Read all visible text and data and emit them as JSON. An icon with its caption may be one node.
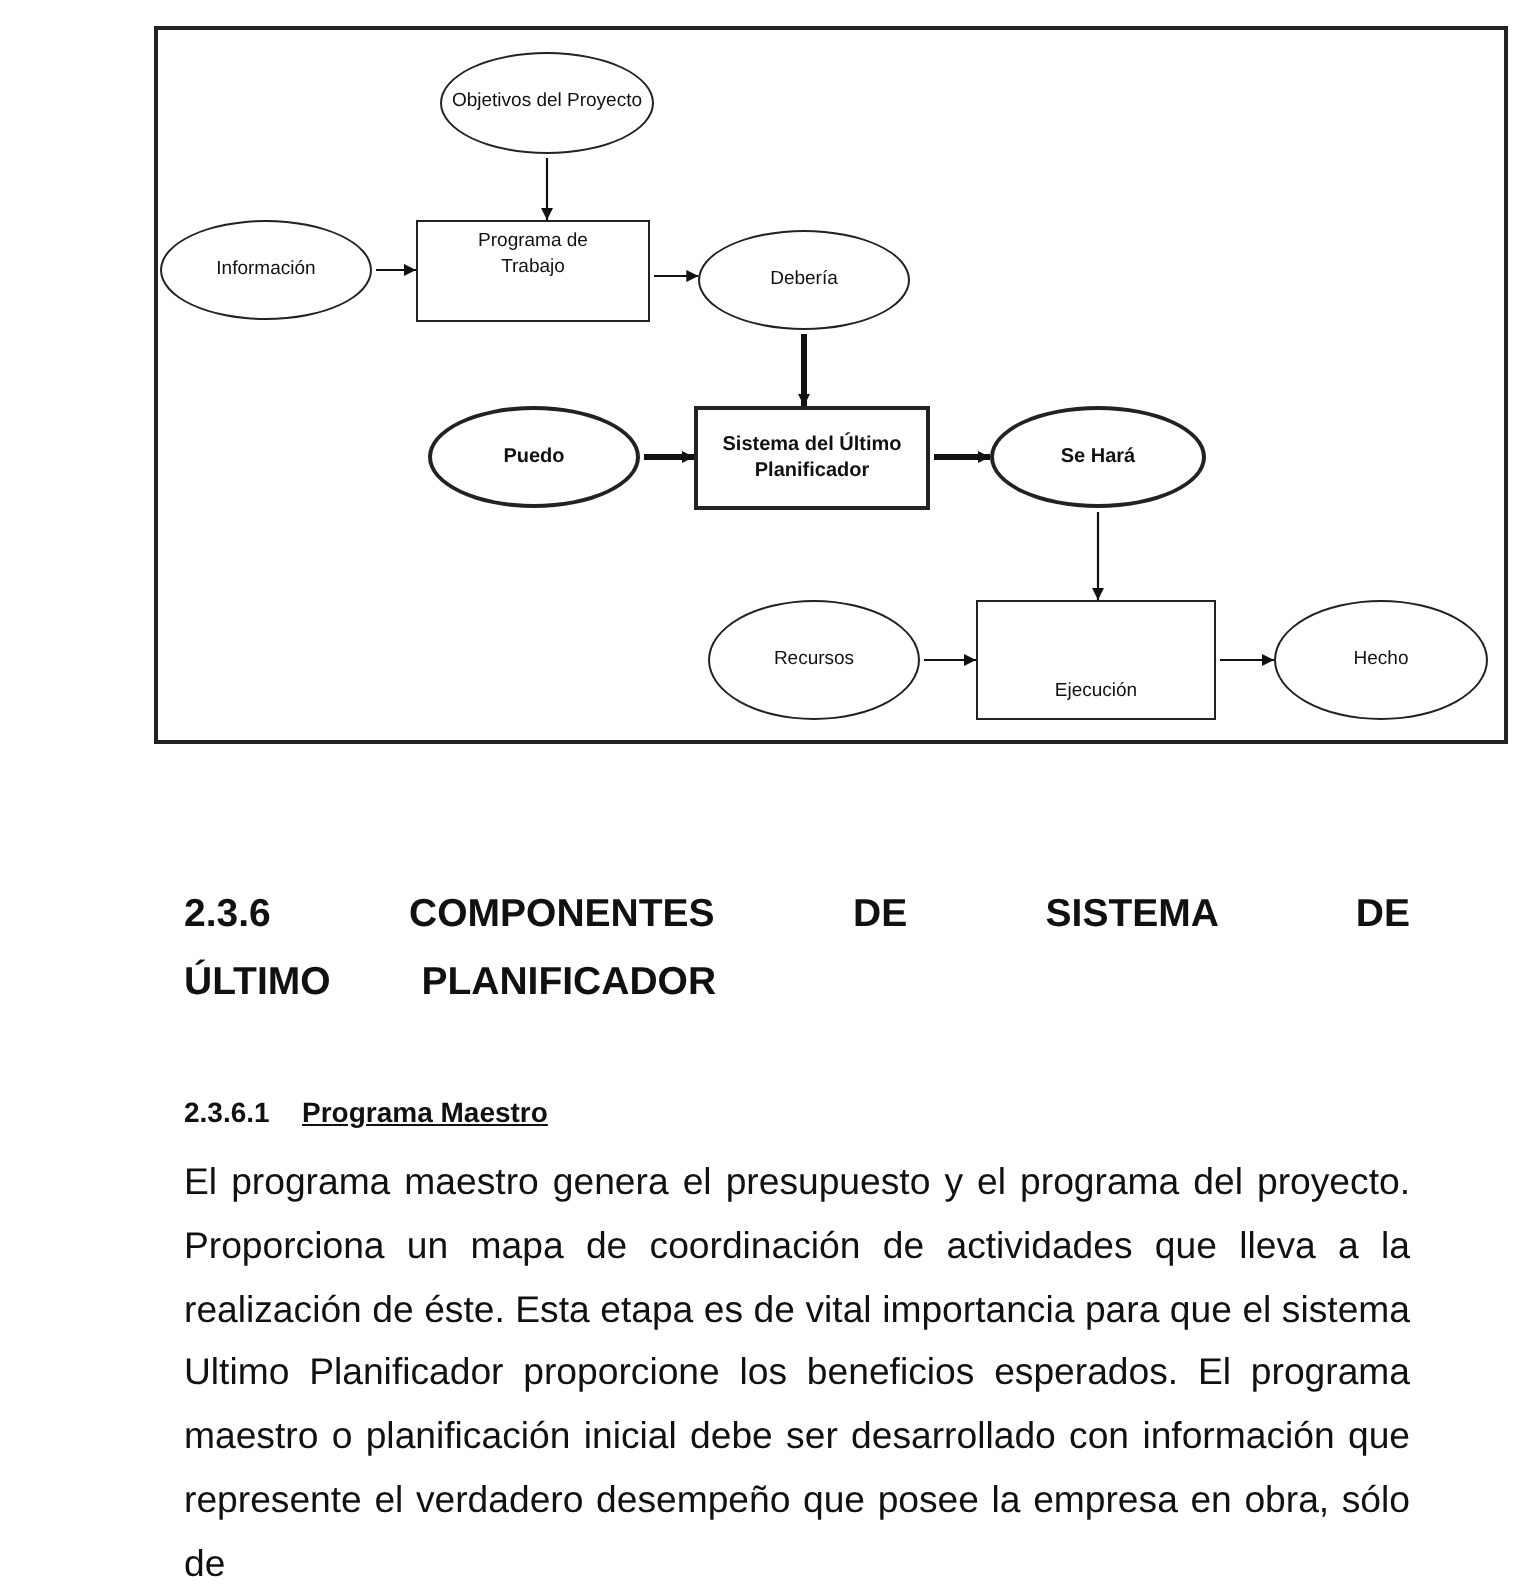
{
  "diagram": {
    "nodes": [
      {
        "text": [
          "Objetivos del Proyecto"
        ]
      },
      {
        "text": [
          "Información"
        ]
      },
      {
        "text": [
          "Programa de Trabajo"
        ]
      },
      {
        "text": [
          "Debería"
        ]
      },
      {
        "text": [
          "Puedo"
        ]
      },
      {
        "text": [
          "Sistema del Último Planificador"
        ]
      },
      {
        "text": [
          "Se Hará"
        ]
      },
      {
        "text": [
          "Recursos"
        ]
      },
      {
        "text": [
          "Ejecución"
        ]
      },
      {
        "text": [
          "Hecho"
        ]
      }
    ],
    "edges": [
      {
        "from": 0,
        "to": 2,
        "arrow": "to"
      },
      {
        "from": 1,
        "to": 2,
        "arrow": "to"
      },
      {
        "from": 2,
        "to": 3,
        "arrow": "to"
      },
      {
        "from": 3,
        "to": 5,
        "arrow": "to",
        "style": "thick"
      },
      {
        "from": 4,
        "to": 5,
        "arrow": "to",
        "style": "thick"
      },
      {
        "from": 5,
        "to": 6,
        "arrow": "to",
        "style": "thick"
      },
      {
        "from": 6,
        "to": 8,
        "arrow": "to"
      },
      {
        "from": 7,
        "to": 8,
        "arrow": "to"
      },
      {
        "from": 8,
        "to": 9,
        "arrow": "to"
      }
    ],
    "labels": [
      "2.3.6 COMPONENTES DE SISTEMA DE ÚLTIMO PLANIFICADOR",
      "2.3.6.1",
      "Programa Maestro",
      "El programa maestro genera el presupuesto y el programa del proyecto. Proporciona un mapa de coordinación de actividades que lleva a la realización de éste. Esta etapa es de vital importancia para que el sistema Ultimo Planificador proporcione los beneficios esperados. El programa maestro o planificación inicial debe ser desarrollado con información que represente el verdadero desempeño que posee la empresa en obra, sólo de"
    ]
  }
}
